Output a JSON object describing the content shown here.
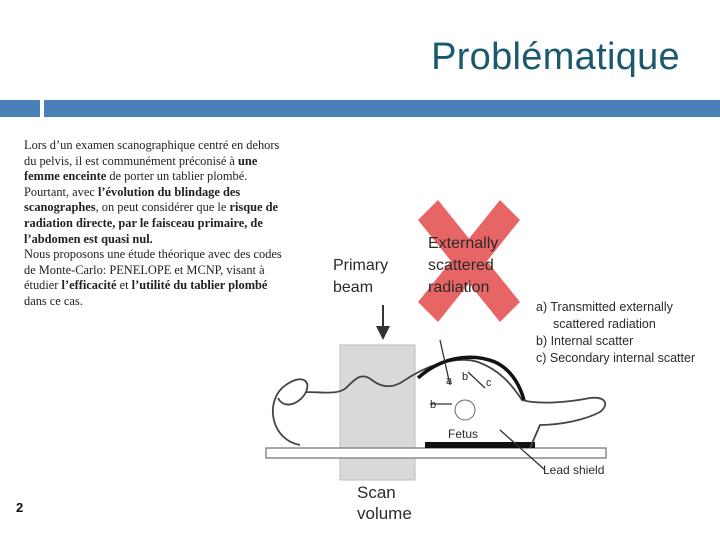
{
  "slide": {
    "title": "Problématique",
    "page_number": "2"
  },
  "body": {
    "p1_a": "Lors d’un examen scanographique centré en dehors du pelvis, il est communément préconisé à ",
    "p1_b": "une femme enceinte",
    "p1_c": " de porter un tablier plombé.",
    "p2_a": "Pourtant, avec ",
    "p2_b": "l’évolution du blindage des scanographes",
    "p2_c": ", on peut considérer que le ",
    "p2_d": "risque de radiation directe, par le faisceau primaire, de l’abdomen est quasi nul.",
    "p3_a": "Nous proposons une étude théorique avec des codes de Monte-Carlo: PENELOPE et MCNP, visant à étudier ",
    "p3_b": "l’efficacité",
    "p3_c": " et ",
    "p3_d": "l’utilité du tablier plombé",
    "p3_e": " dans ce cas."
  },
  "figure": {
    "primary_beam_1": "Primary",
    "primary_beam_2": "beam",
    "external_1": "Externally",
    "external_2": "scattered",
    "external_3": "radiation",
    "legend_a1": "a) Transmitted externally",
    "legend_a2": "scattered radiation",
    "legend_b": "b) Internal scatter",
    "legend_c": "c) Secondary internal scatter",
    "label_a": "a",
    "label_b_top": "b",
    "label_c": "c",
    "label_b_low": "b",
    "fetus": "Fetus",
    "lead_shield": "Lead shield",
    "scan_1": "Scan",
    "scan_2": "volume"
  },
  "colors": {
    "title": "#1b5a6e",
    "bar": "#4a7fb8",
    "cross": "#e23a3a"
  }
}
